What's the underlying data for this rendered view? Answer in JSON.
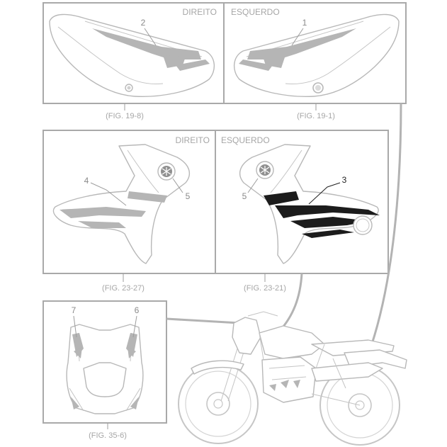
{
  "panels": {
    "top": {
      "right_label": "DIREITO",
      "left_label": "ESQUERDO",
      "callouts": [
        "2",
        "1"
      ],
      "figs": [
        "(FIG. 19-8)",
        "(FIG. 19-1)"
      ]
    },
    "middle": {
      "right_label": "DIREITO",
      "left_label": "ESQUERDO",
      "callouts": [
        "4",
        "5",
        "5",
        "3"
      ],
      "figs": [
        "(FIG. 23-27)",
        "(FIG. 23-21)"
      ]
    },
    "bottom": {
      "callouts": [
        "7",
        "6"
      ],
      "fig": "(FIG. 35-6)"
    }
  },
  "colors": {
    "line": "#b8b8b8",
    "frame": "#a9a9a9",
    "decal_dark": "#1c1c1c",
    "text": "#a6a6a6"
  }
}
